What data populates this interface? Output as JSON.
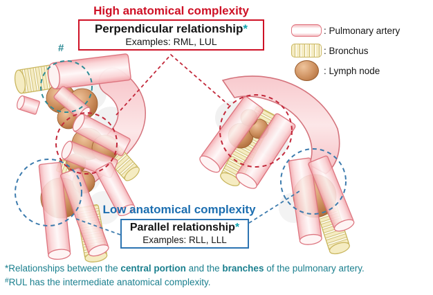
{
  "title_group": {
    "heading": "High anatomical complexity",
    "box_line1": "Perpendicular relationship",
    "box_star": "*",
    "box_line2": "Examples: RML, LUL"
  },
  "parallel_group": {
    "heading": "Low anatomical complexity",
    "box_line1": "Parallel relationship",
    "box_star": "*",
    "box_line2": "Examples: RLL, LLL"
  },
  "legend": {
    "items": [
      {
        "icon": "pulmonary-artery-icon",
        "label": ": Pulmonary artery"
      },
      {
        "icon": "bronchus-icon",
        "label": ": Bronchus"
      },
      {
        "icon": "lymph-node-icon",
        "label": ": Lymph node"
      }
    ]
  },
  "figure": {
    "hash_marker": "#"
  },
  "footnotes": {
    "line1_parts": [
      "*Relationships between the ",
      "central portion",
      " and the ",
      "branches",
      " of the pulmonary artery."
    ],
    "line2_sup": "#",
    "line2_text": "RUL has the intermediate anatomical complexity."
  },
  "colors": {
    "red_accent": "#CE1126",
    "blue_accent": "#1C6EB0",
    "teal_footnote": "#1A7F8E",
    "star_teal": "#0FA3AE",
    "artery_pink": "#F6C9CB",
    "artery_outline": "#DD7680",
    "bronchus_cream": "#F5ECC2",
    "bronchus_outline": "#C9B65E",
    "lymph_brown": "#CE9160",
    "dashed_red": "#C2283A",
    "dashed_blue": "#3C7BAD",
    "dashed_teal": "#2E8B96"
  }
}
